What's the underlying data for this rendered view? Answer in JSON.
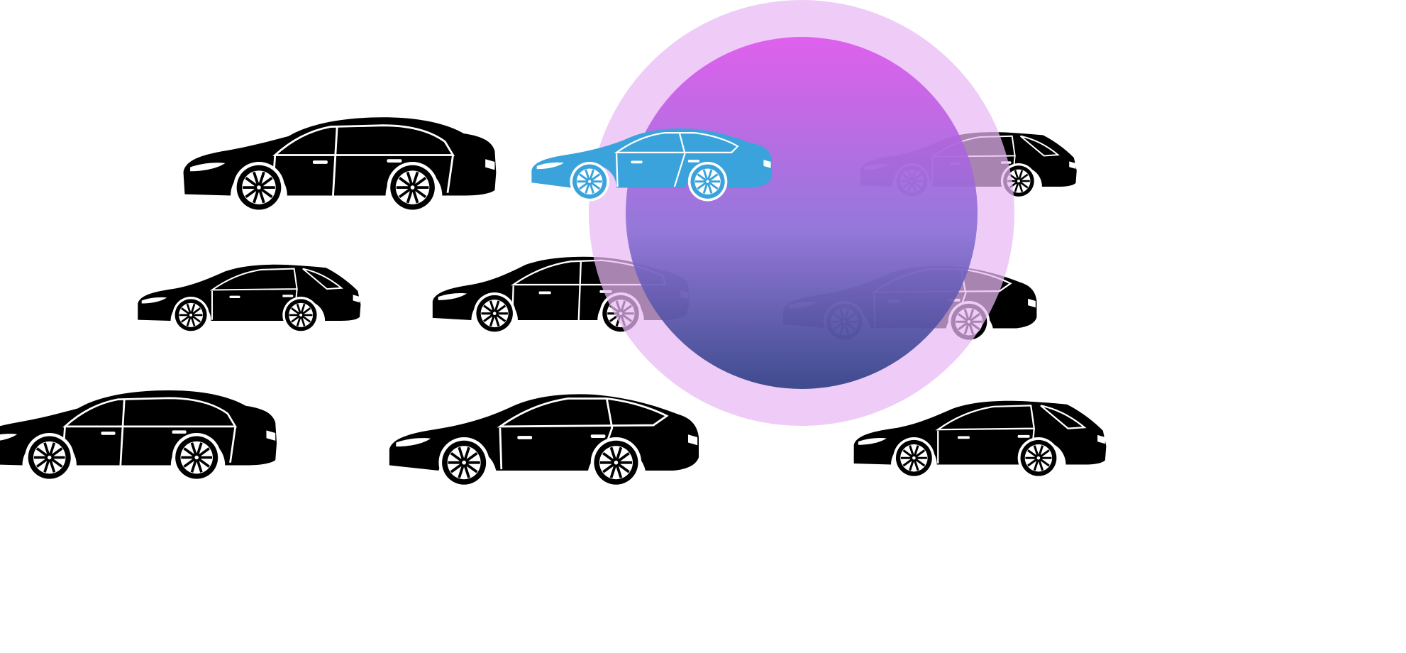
{
  "palette": {
    "background": "#ffffff",
    "silhouette": "#000000",
    "trim": "#ffffff",
    "highlight_car": "#3aa3dc",
    "halo_outer": "#e7b8f4",
    "halo_inner_top": "#dd55ec",
    "halo_inner_bottom": "#2b3d82"
  },
  "cars": [
    {
      "name": "sedan",
      "row": 1,
      "col": 1,
      "body_icon": "sedan-4-door-icon",
      "selected": false
    },
    {
      "name": "sports-coupe",
      "row": 1,
      "col": 2,
      "body_icon": "sports-coupe-icon",
      "selected": true
    },
    {
      "name": "hatchback",
      "row": 1,
      "col": 3,
      "body_icon": "hatchback-icon",
      "selected": false
    },
    {
      "name": "hatchback",
      "row": 2,
      "col": 1,
      "body_icon": "hatchback-icon",
      "selected": false
    },
    {
      "name": "liftback",
      "row": 2,
      "col": 2,
      "body_icon": "liftback-icon",
      "selected": false
    },
    {
      "name": "coupe",
      "row": 2,
      "col": 3,
      "body_icon": "coupe-icon",
      "selected": false
    },
    {
      "name": "sedan",
      "row": 3,
      "col": 1,
      "body_icon": "sedan-4-door-icon",
      "selected": false
    },
    {
      "name": "coupe",
      "row": 3,
      "col": 2,
      "body_icon": "coupe-icon",
      "selected": false
    },
    {
      "name": "hatchback",
      "row": 3,
      "col": 3,
      "body_icon": "hatchback-icon",
      "selected": false
    }
  ]
}
